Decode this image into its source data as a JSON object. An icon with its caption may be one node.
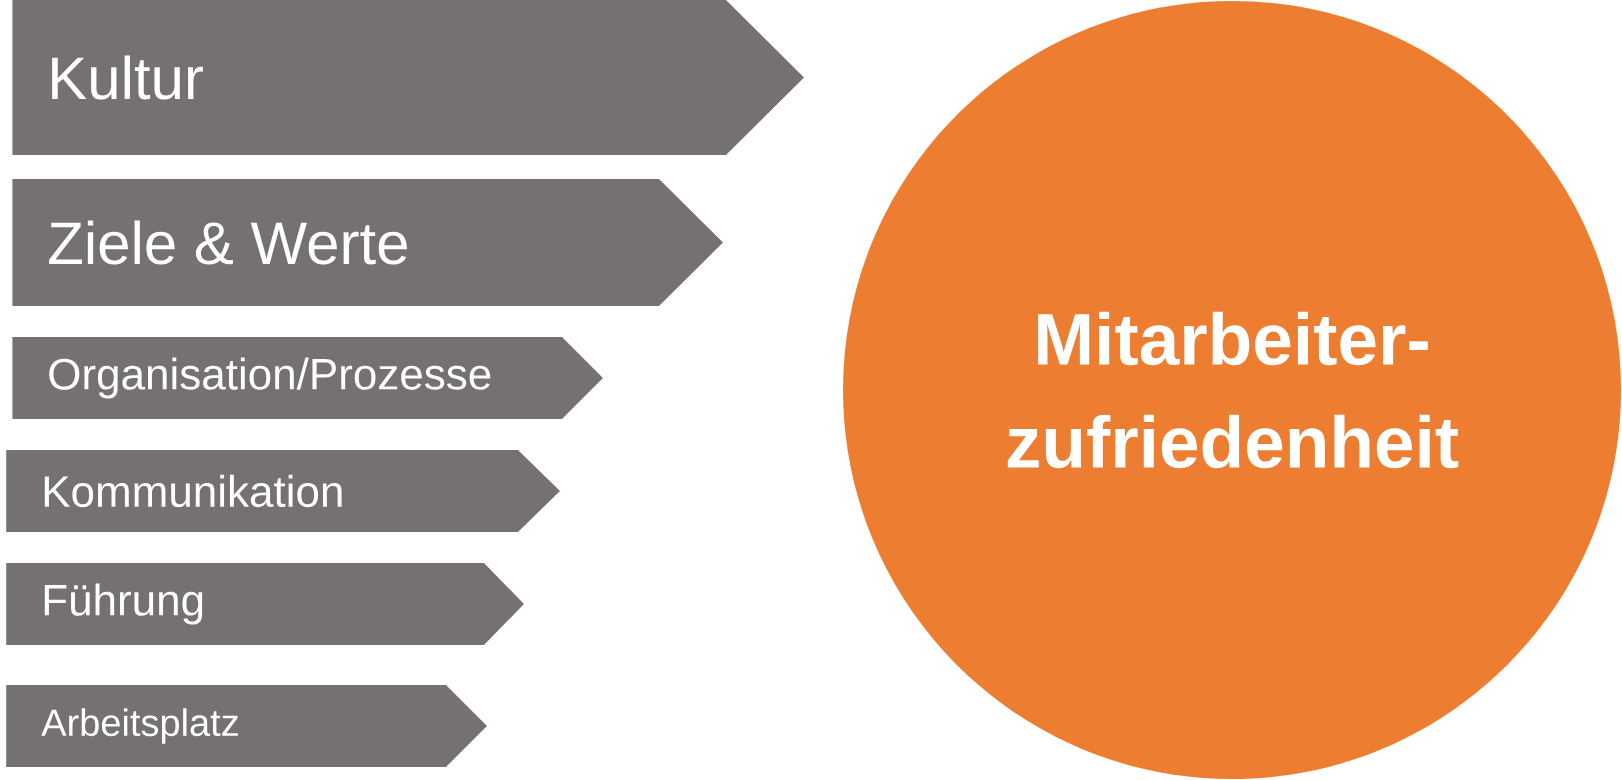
{
  "diagram": {
    "nodes": [
      {
        "text": [
          "Kultur"
        ]
      },
      {
        "text": [
          "Ziele & Werte"
        ]
      },
      {
        "text": [
          "Organisation/Prozesse"
        ]
      },
      {
        "text": [
          "Kommunikation"
        ]
      },
      {
        "text": [
          "Führung"
        ]
      },
      {
        "text": [
          "Arbeitsplatz"
        ]
      },
      {
        "text": [
          "Mitarbeiter- zufriedenheit"
        ]
      }
    ]
  }
}
